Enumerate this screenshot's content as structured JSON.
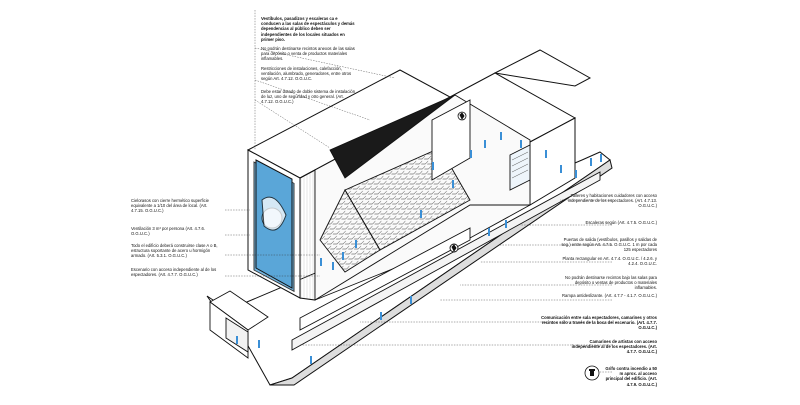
{
  "annotations": {
    "top_1": "Vestíbulos, pasadizos y escaleras ca e conducen a las salas de espectáculos y demás dependencias al público deben ser independientes de los locales situados en primer piso.",
    "top_2": "No podrán destinarse recintos anexos de las salas para depósito o venta de productos materiales inflamables.",
    "top_3": "Restricciones de instalaciones, calefacción, ventilación, alumbrado, generadores, entre otros según Art. 4.7.12. O.G.U.C.",
    "top_4": "Debe estar dotado de doble sistema de instalación de luz, uno de seguridad y otro general. (Art. 4.7.12. O.G.U.C.)",
    "left_1": "Cielorasos con cierre hermético superficie equivalente a 1/10 del área de local. (Art. 4.7.15. O.G.U.C.)",
    "left_2": "Ventilación 3 m³ por persona (Art. 4.7.6. O.G.U.C.)",
    "left_3": "Todo el edificio deberá construirse clase A o B, estructura soportante de acero u hormigón armado. (Art. 5.3.1. O.G.U.C.)",
    "left_4": "Escenario con acceso independiente al de los espectadores. (Art. 4.7.7. O.G.U.C.)",
    "right_1": "Talleres y habitaciones cuidadores con acceso independiente de los espectadores. (Art. 4.7.13. O.G.U.C.)",
    "right_2": "Escaleras según (Art. 4.7.5. O.G.U.C.)",
    "right_3": "Puertas de salida (vestíbulos, pasillos y salidas de seg.) entre según Art. 4.7.5. O.G.U.C. 1 m por cada 125 espectadores",
    "right_4": "Planta rectangular en Art. 4.7.4. O.G.U.C. / 4.2.6. y 4.2.4. O.G.U.C.",
    "right_5": "No podrán destinarse recintos bajo las salas para depósito o ventas de productos o materiales inflamables.",
    "right_6": "Rampa antideslizante. (Art. 4.7.7 - 4.1.7. O.G.U.C.)",
    "right_7": "Comunicación entre sala espectadores, camarines y otros recintos sólo a través de la boca del escenario. (Art. 4.7.7. O.G.U.C.)",
    "right_8": "Camarines de artistas con acceso independiente al de los espectadores. (Art. 4.7.7. O.G.U.C.)",
    "right_9": "Grifo contra incendio a 50 m aprox. al acceso principal del edificio. (Art. 4.7.9. O.G.U.C.)"
  },
  "colors": {
    "line": "#111111",
    "people": "#3a8fd6",
    "poster": "#5aa6d8",
    "dark": "#1a1a1a"
  },
  "icons": [
    "fire-extinguisher-icon",
    "fire-extinguisher-icon",
    "hydrant-icon"
  ]
}
